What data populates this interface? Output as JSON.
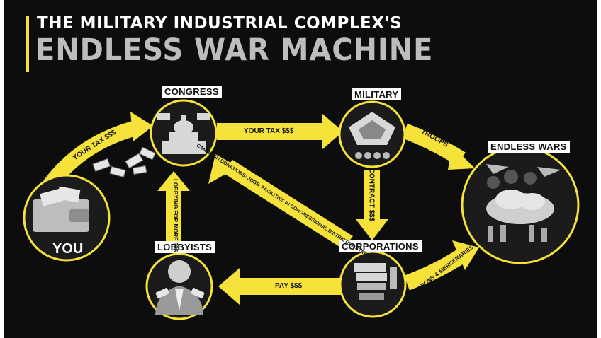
{
  "title": {
    "line1": "THE MILITARY INDUSTRIAL COMPLEX'S",
    "line2": "ENDLESS WAR MACHINE"
  },
  "nodes": {
    "congress": "CONGRESS",
    "military": "MILITARY",
    "endless_wars": "ENDLESS WARS",
    "you": "YOU",
    "lobbyists": "LOBBYISTS",
    "corporations": "CORPORATIONS"
  },
  "arrows": {
    "you_to_congress": "YOUR TAX $$$",
    "congress_to_military": "YOUR TAX $$$",
    "military_to_wars": "TROOPS",
    "military_to_corporations": "CONTRACT $$$",
    "corporations_to_wars": "WEAPONS & MERCENARIES",
    "corporations_to_lobbyists": "PAY $$$",
    "lobbyists_to_congress": "LOBBYING FOR MORE $$$",
    "corporations_to_congress": "CAMPAIGN DONATIONS; JOBS; FACILITIES IN CONGRESSIONAL DISTRICTS & STATES"
  },
  "colors": {
    "background": "#0d0d0d",
    "accent": "#f5e23a",
    "title_primary": "#ffffff",
    "title_secondary": "#bdbdbd"
  }
}
